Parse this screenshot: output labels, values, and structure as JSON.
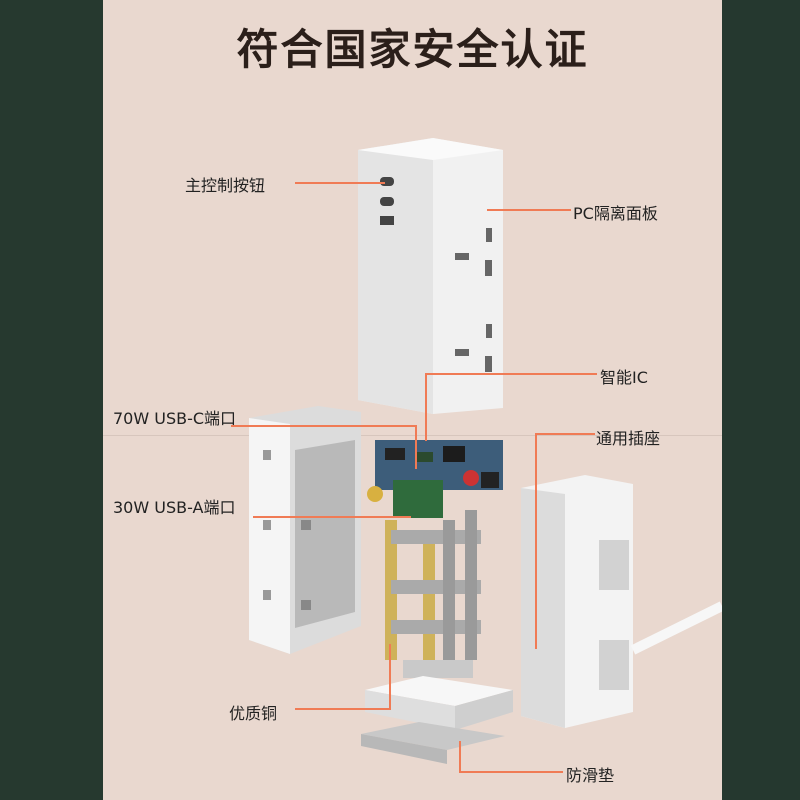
{
  "title": "符合国家安全认证",
  "labels": {
    "main_button": "主控制按钮",
    "pc_panel": "PC隔离面板",
    "smart_ic": "智能IC",
    "usb_c": "70W USB-C端口",
    "universal_socket": "通用插座",
    "usb_a": "30W USB-A端口",
    "copper": "优质铜",
    "anti_slip": "防滑垫"
  },
  "colors": {
    "background": "#e9d8cf",
    "side": "#243a30",
    "leader": "#f07b55"
  }
}
